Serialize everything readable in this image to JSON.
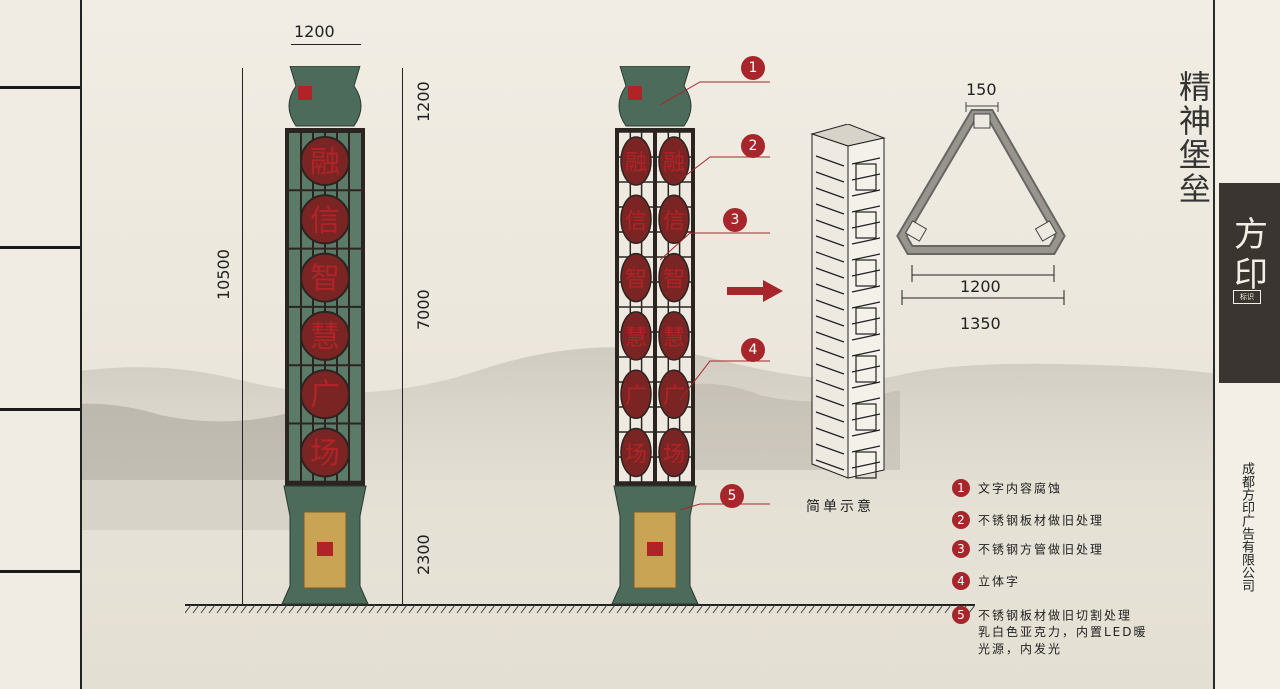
{
  "brand": {
    "seal": "方印",
    "seal_small": "标识",
    "company": "成都方印广告有限公司"
  },
  "title": "精神堡垒",
  "pillar_chars": [
    "融",
    "信",
    "智",
    "慧",
    "广",
    "场"
  ],
  "dimensions": {
    "top_width": "1200",
    "top_height": "1200",
    "total_height": "10500",
    "body_height": "7000",
    "base_height": "2300",
    "tri_top": "150",
    "tri_inner": "1200",
    "tri_outer": "1350"
  },
  "caption": "简单示意",
  "callouts": [
    "1",
    "2",
    "3",
    "4",
    "5"
  ],
  "legend": [
    {
      "num": "1",
      "text": "文字内容腐蚀"
    },
    {
      "num": "2",
      "text": "不锈钢板材做旧处理"
    },
    {
      "num": "3",
      "text": "不锈钢方管做旧处理"
    },
    {
      "num": "4",
      "text": "立体字"
    },
    {
      "num": "5",
      "lines": [
        "不锈钢板材做旧切割处理",
        "乳白色亚克力，内置LED暖",
        "光源，内发光"
      ]
    }
  ],
  "colors": {
    "accent": "#a6262b",
    "pillar_green": "#3f5a4c",
    "frame_dark": "#2b2420",
    "gold": "#c9a455"
  }
}
